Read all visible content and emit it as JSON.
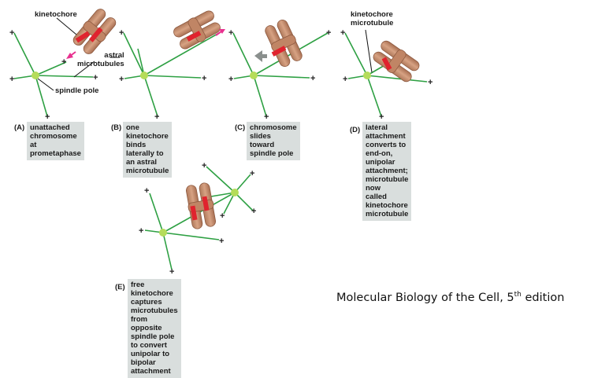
{
  "panels": {
    "A": {
      "letter": "(A)",
      "caption": "unattached\nchromosome at\nprometaphase"
    },
    "B": {
      "letter": "(B)",
      "caption": "one kinetochore binds\nlaterally to an astral\nmicrotubule"
    },
    "C": {
      "letter": "(C)",
      "caption": "chromosome slides\ntoward spindle pole"
    },
    "D": {
      "letter": "(D)",
      "caption": "lateral attachment\nconverts to end-on,\nunipolar attachment;\nmicrotubule now\ncalled kinetochore\nmicrotubule"
    },
    "E": {
      "letter": "(E)",
      "caption": "free kinetochore captures microtubules\nfrom opposite spindle pole to convert\nunipolar to bipolar attachment"
    }
  },
  "labels": {
    "kinetochore": "kinetochore",
    "astral_microtubules": "astral\nmicrotubules",
    "spindle_pole": "spindle pole",
    "kinetochore_microtubule": "kinetochore\nmicrotubule"
  },
  "plus_sign": "+",
  "credit": {
    "text": "Molecular Biology of the Cell, 5",
    "sup": "th",
    "suffix": " edition"
  },
  "colors": {
    "microtubule": "#2ea043",
    "pole": "#b5dc5a",
    "chromosome": "#c78d6b",
    "chromosome_dark": "#a46d4f",
    "kinetochore": "#e0232e",
    "arrow_pink": "#e8308f",
    "arrow_gray": "#8a8f8d",
    "caption_bg": "#d9dedd"
  }
}
